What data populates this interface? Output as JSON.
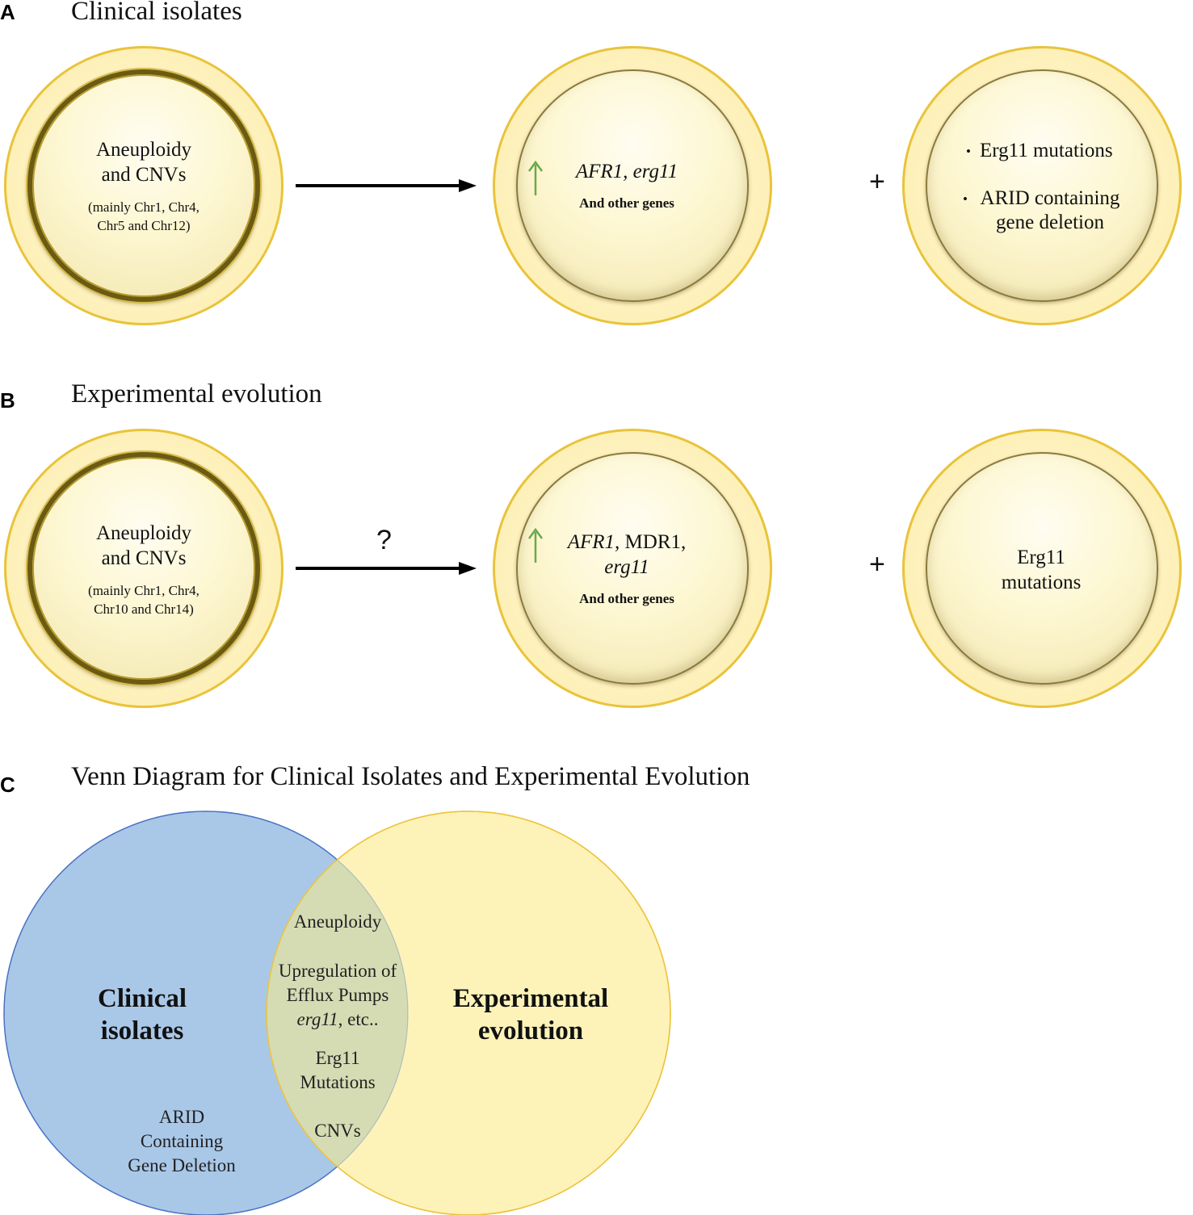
{
  "panel_a": {
    "letter": "A",
    "title": "Clinical isolates",
    "circle1": {
      "line1": "Aneuploidy",
      "line2": "and CNVs",
      "note1": "(mainly Chr1, Chr4,",
      "note2": "Chr5 and Chr12)"
    },
    "circle2": {
      "genes": "AFR1, erg11",
      "other": "And other genes"
    },
    "plus": "+",
    "circle3": {
      "bullet1": "Erg11 mutations",
      "bullet2a": "ARID containing",
      "bullet2b": "gene deletion",
      "bullet_char": "•"
    }
  },
  "panel_b": {
    "letter": "B",
    "title": "Experimental evolution",
    "circle1": {
      "line1": "Aneuploidy",
      "line2": "and CNVs",
      "note1": "(mainly Chr1, Chr4,",
      "note2": "Chr10 and Chr14)"
    },
    "question": "?",
    "circle2": {
      "gene_afr1": "AFR1,",
      "gene_mdr1": "MDR1,",
      "gene_erg11": "erg11",
      "other": "And other genes"
    },
    "plus": "+",
    "circle3": {
      "line1": "Erg11",
      "line2": "mutations"
    }
  },
  "panel_c": {
    "letter": "C",
    "title": "Venn Diagram for Clinical Isolates and Experimental Evolution",
    "left_label1": "Clinical",
    "left_label2": "isolates",
    "right_label1": "Experimental",
    "right_label2": "evolution",
    "left_only": [
      "ARID",
      "Containing",
      "Gene Deletion"
    ],
    "overlap": {
      "aneuploidy": "Aneuploidy",
      "upreg1": "Upregulation of",
      "upreg2": "Efflux Pumps",
      "upreg3_italic": "erg11",
      "upreg3_rest": ", etc..",
      "erg1": "Erg11",
      "erg2": "Mutations",
      "cnvs": "CNVs"
    }
  },
  "colors": {
    "arrow_up": "#6aa84f",
    "venn_left_fill": "#a9c8e8",
    "venn_left_stroke": "#4a74c4",
    "venn_right_fill": "#fdf3b9",
    "venn_right_stroke": "#eec33c",
    "venn_overlap_fill": "#d5dcb4"
  }
}
